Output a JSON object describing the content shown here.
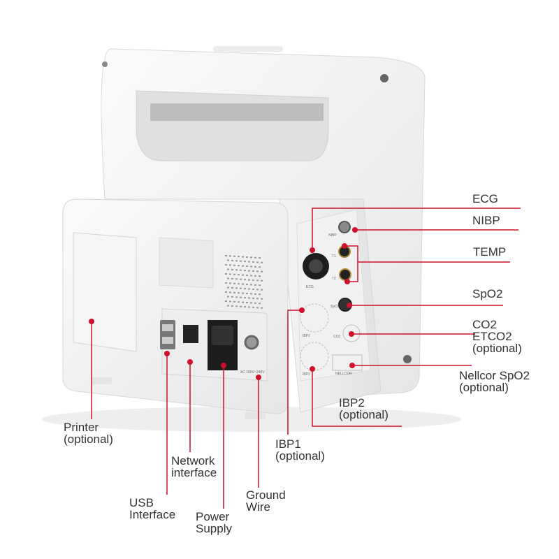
{
  "title": "Patient monitor rear panel connectors",
  "accent_color": "#d0102a",
  "labels": {
    "ecg": "ECG",
    "nibp": "NIBP",
    "temp": "TEMP",
    "spo2": "SpO2",
    "co2": [
      "CO2",
      "ETCO2",
      "(optional)"
    ],
    "nellcor": [
      "Nellcor SpO2",
      "(optional)"
    ],
    "ibp2": [
      "IBP2",
      "(optional)"
    ],
    "ibp1": [
      "IBP1",
      "(optional)"
    ],
    "printer": [
      "Printer",
      "(optional)"
    ],
    "network": [
      "Network",
      "interface"
    ],
    "usb": [
      "USB",
      "Interface"
    ],
    "power": [
      "Power",
      "Supply"
    ],
    "ground": [
      "Ground",
      "Wire"
    ]
  },
  "panel_text": {
    "ecg": "ECG",
    "nibp": "NIBP",
    "t1": "T1",
    "t2": "T2",
    "spo2": "SpO2",
    "co2": "CO2",
    "ibp1": "IBP1",
    "ibp2": "IBP2",
    "nellcor": "NELLCOR",
    "ac": "AC 100V~240V"
  }
}
